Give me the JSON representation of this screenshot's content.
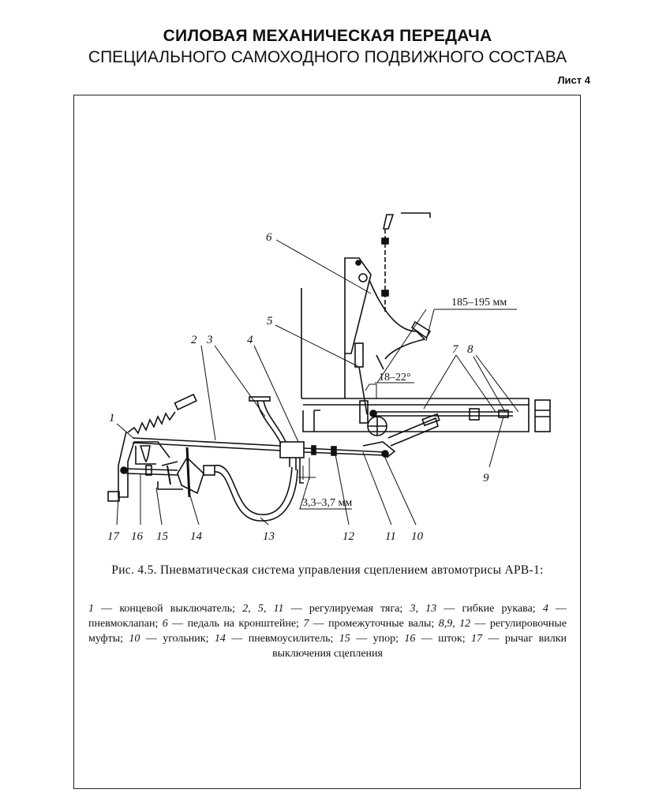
{
  "header": {
    "title_line1": "СИЛОВАЯ МЕХАНИЧЕСКАЯ ПЕРЕДАЧА",
    "title_line2": "СПЕЦИАЛЬНОГО САМОХОДНОГО ПОДВИЖНОГО СОСТАВА",
    "sheet": "Лист 4"
  },
  "figure": {
    "labels": [
      "1",
      "2",
      "3",
      "4",
      "5",
      "6",
      "7",
      "8",
      "9",
      "10",
      "11",
      "12",
      "13",
      "14",
      "15",
      "16",
      "17"
    ],
    "dimensions": {
      "pedal_travel": "185–195 мм",
      "angle": "18–22°",
      "gap": "3,3–3,7 мм"
    }
  },
  "caption": {
    "title": "Рис. 4.5. Пневматическая система управления сцеплением автомотрисы АРВ-1:",
    "legend": [
      {
        "num": "1",
        "text": "концевой выключатель;"
      },
      {
        "num": "2, 5, 11",
        "text": "регулируемая тяга;"
      },
      {
        "num": "3, 13",
        "text": "гибкие рукава;"
      },
      {
        "num": "4",
        "text": "пневмоклапан;"
      },
      {
        "num": "6",
        "text": "педаль на кронштейне;"
      },
      {
        "num": "7",
        "text": "промежуточные валы;"
      },
      {
        "num": "8,9, 12",
        "text": "регулировочные муфты;"
      },
      {
        "num": "10",
        "text": "угольник;"
      },
      {
        "num": "14",
        "text": "пневмоусилитель;"
      },
      {
        "num": "15",
        "text": "упор;"
      },
      {
        "num": "16",
        "text": "шток;"
      },
      {
        "num": "17",
        "text": "рычаг вилки выключения сцепления"
      }
    ]
  }
}
